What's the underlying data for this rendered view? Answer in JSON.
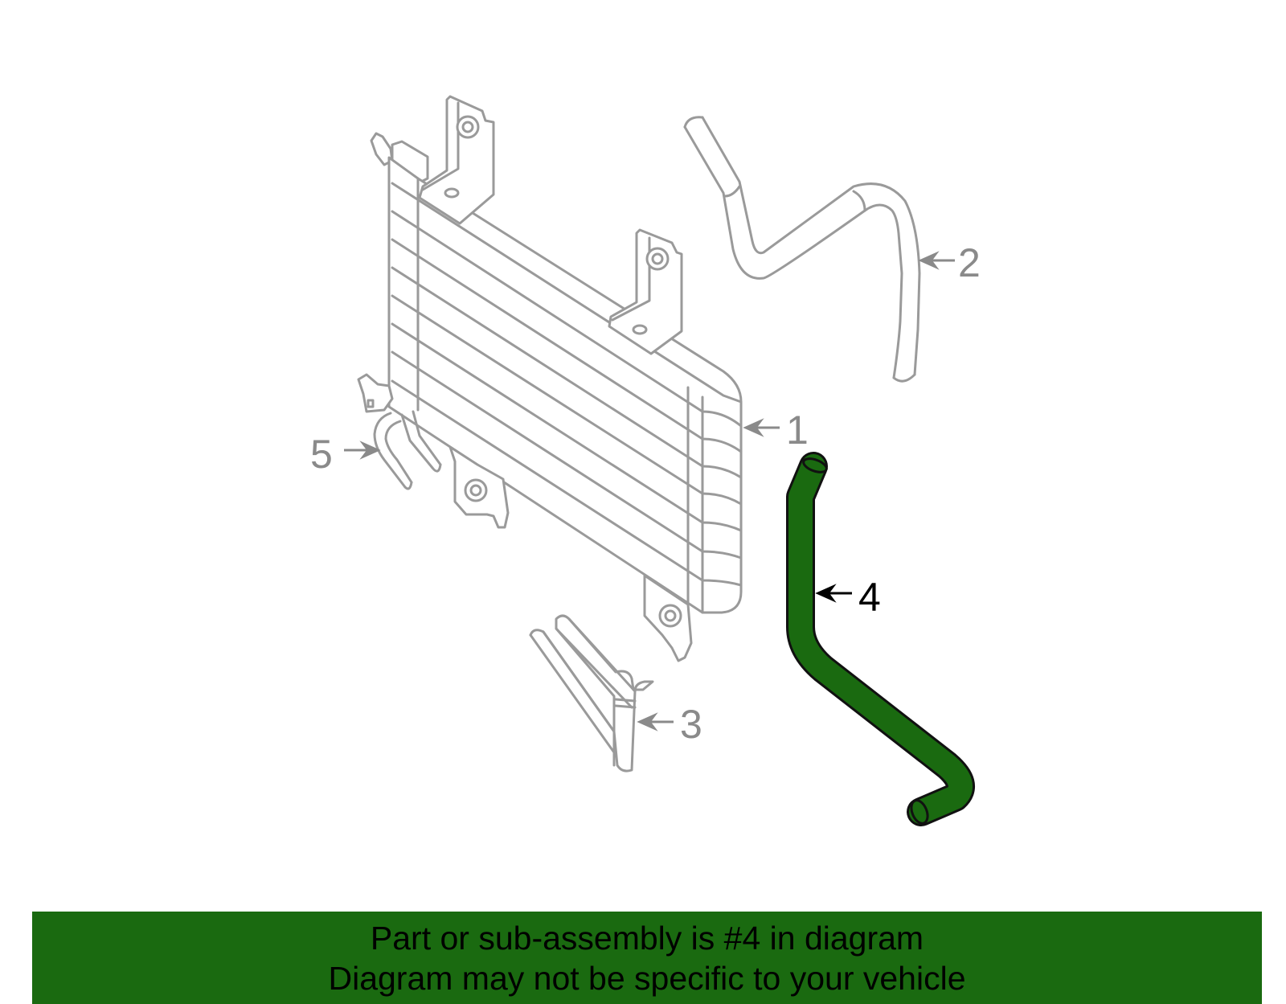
{
  "colors": {
    "highlight": "#1a6a10",
    "banner_bg": "#1a6a10",
    "line_gray": "#9a9a9a",
    "text_gray": "#8a8a8a"
  },
  "callouts": [
    {
      "id": "1",
      "label": "1",
      "highlighted": false
    },
    {
      "id": "2",
      "label": "2",
      "highlighted": false
    },
    {
      "id": "3",
      "label": "3",
      "highlighted": false
    },
    {
      "id": "4",
      "label": "4",
      "highlighted": true
    },
    {
      "id": "5",
      "label": "5",
      "highlighted": false
    }
  ],
  "banner": {
    "line1": "Part or sub-assembly is #4 in diagram",
    "line2": "Diagram may not be specific to your vehicle"
  }
}
